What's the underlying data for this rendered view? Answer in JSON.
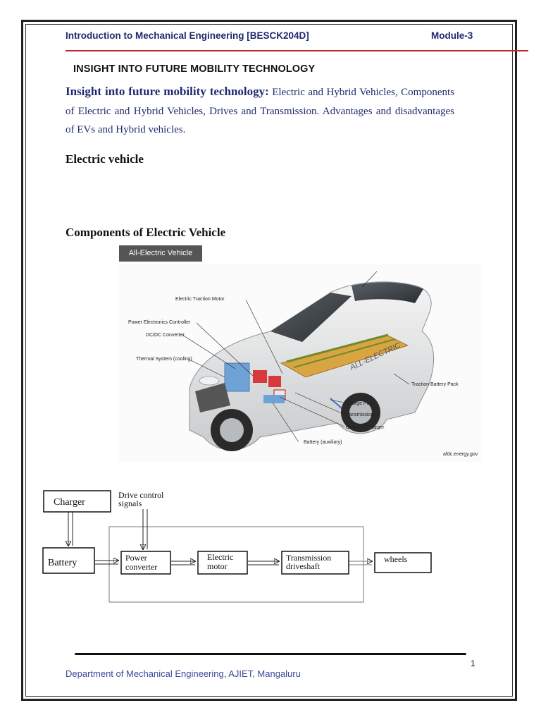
{
  "header": {
    "course": "Introduction to Mechanical Engineering [BESCK204D]",
    "module": "Module-3"
  },
  "section_title": "INSIGHT INTO FUTURE MOBILITY TECHNOLOGY",
  "intro": {
    "lead": "Insight into future mobility technology:",
    "body": " Electric and Hybrid Vehicles, Components of Electric and Hybrid Vehicles, Drives and Transmission. Advantages and disadvantages of EVs and Hybrid vehicles."
  },
  "headings": {
    "electric_vehicle": "Electric vehicle",
    "components": "Components of Electric Vehicle"
  },
  "car_figure": {
    "tag": "All-Electric Vehicle",
    "labels": {
      "traction_motor": "Electric Traction Motor",
      "power_electronics": "Power Electronics Controller",
      "dcdc": "DC/DC Converter",
      "thermal": "Thermal System (cooling)",
      "battery_pack": "Traction Battery Pack",
      "charge_port": "Charge Port",
      "transmission": "Transmission",
      "onboard_charger": "Onboard Charger",
      "aux_battery": "Battery (auxiliary)",
      "badge": "ALL-ELECTRIC"
    },
    "credit": "afdc.energy.gov"
  },
  "block_diagram": {
    "charger": "Charger",
    "drive_control_line1": "Drive control",
    "drive_control_line2": "signals",
    "battery": "Battery",
    "power_converter_line1": "Power",
    "power_converter_line2": "converter",
    "electric_motor_line1": "Electric",
    "electric_motor_line2": "motor",
    "transmission_line1": "Transmission",
    "transmission_line2": "driveshaft",
    "wheels": "wheels"
  },
  "footer": {
    "page_number": "1",
    "department": "Department of Mechanical Engineering, AJIET, Mangaluru"
  }
}
